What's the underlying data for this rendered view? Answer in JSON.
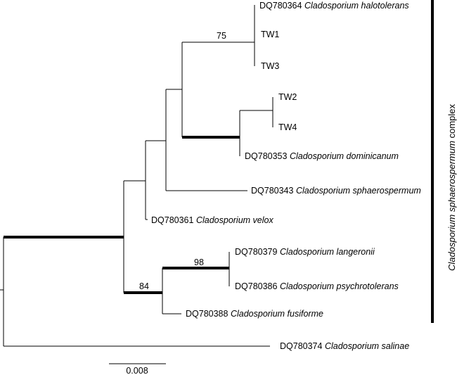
{
  "tips": [
    {
      "id": "halotolerans",
      "accession": "DQ780364",
      "species": "Cladosporium halotolerans"
    },
    {
      "id": "tw1",
      "accession": "TW1",
      "species": ""
    },
    {
      "id": "tw3",
      "accession": "TW3",
      "species": ""
    },
    {
      "id": "tw2",
      "accession": "TW2",
      "species": ""
    },
    {
      "id": "tw4",
      "accession": "TW4",
      "species": ""
    },
    {
      "id": "dominicanum",
      "accession": "DQ780353",
      "species": "Cladosporium dominicanum"
    },
    {
      "id": "sphaerospermum",
      "accession": "DQ780343",
      "species": "Cladosporium sphaerospermum"
    },
    {
      "id": "velox",
      "accession": "DQ780361",
      "species": "Cladosporium velox"
    },
    {
      "id": "langeronii",
      "accession": "DQ780379",
      "species": "Cladosporium langeronii"
    },
    {
      "id": "psychrotolerans",
      "accession": "DQ780386",
      "species": "Cladosporium psychrotolerans"
    },
    {
      "id": "fusiforme",
      "accession": "DQ780388",
      "species": "Cladosporium fusiforme"
    },
    {
      "id": "salinae",
      "accession": "DQ780374",
      "species": "Cladosporium salinae"
    }
  ],
  "support_values": {
    "clade_halotolerans": "75",
    "clade_langeronii": "98",
    "clade_fusiforme": "84"
  },
  "scale_bar": {
    "label": "0.008"
  },
  "complex": {
    "genus": "Cladosporium",
    "epithet": "sphaerospermum",
    "suffix": " complex"
  }
}
